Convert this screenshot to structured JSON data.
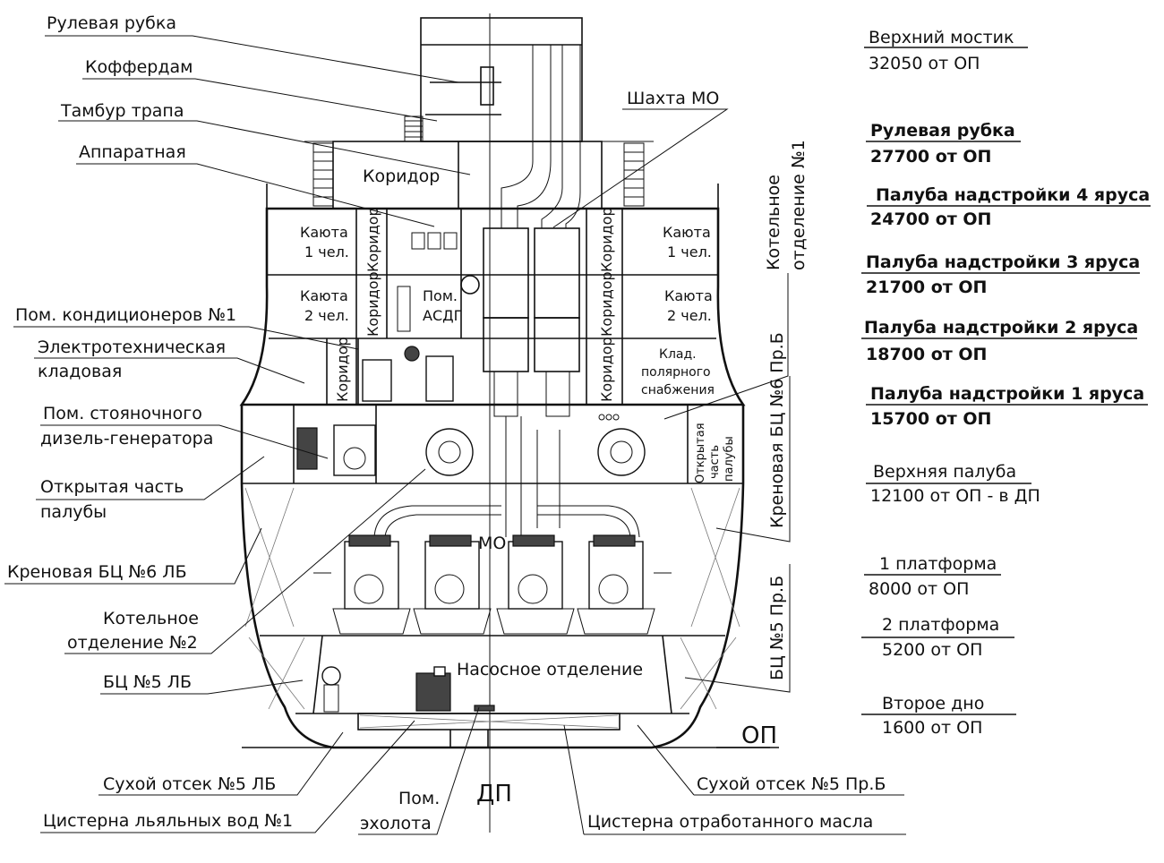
{
  "left_labels": {
    "wheelhouse": "Рулевая рубка",
    "cofferdam": "Коффердам",
    "ladder_vestibule": "Тамбур трапа",
    "apparatus_room": "Аппаратная",
    "ac_room": "Пом. кондиционеров №1",
    "electrical_store_1": "Электротехническая",
    "electrical_store_2": "кладовая",
    "harbor_dg_1": "Пом. стояночного",
    "harbor_dg_2": "дизель-генератора",
    "open_deck_1": "Открытая часть",
    "open_deck_2": "палубы",
    "heeling_tank_6_ps": "Креновая БЦ №6 ЛБ",
    "boiler_room_2_a": "Котельное",
    "boiler_room_2_b": "отделение №2",
    "ballast_5_ps": "БЦ №5 ЛБ",
    "dry_comp_ps": "Сухой отсек №5 ЛБ",
    "bilge_tank": "Цистерна льяльных вод №1"
  },
  "right_labels": {
    "mo_trunk": "Шахта МО",
    "boiler_room_1_a": "Котельное",
    "boiler_room_1_b": "отделение №1",
    "heeling_tank_6_sb": "Креновая БЦ №6 Пр.Б",
    "ballast_5_sb": "БЦ №5 Пр.Б",
    "baseline": "ОП",
    "centerline": "ДП",
    "echo_room_a": "Пом.",
    "echo_room_b": "эхолота",
    "dry_comp_sb": "Сухой отсек №5 Пр.Б",
    "waste_oil_tank": "Цистерна отработанного масла"
  },
  "rooms": {
    "corridor_top": "Коридор",
    "cabin1_left_a": "Каюта",
    "cabin1_left_b": "1 чел.",
    "cabin1_right_a": "Каюта",
    "cabin1_right_b": "1 чел.",
    "cabin2_left_a": "Каюта",
    "cabin2_left_b": "2 чел.",
    "cabin2_right_a": "Каюта",
    "cabin2_right_b": "2 чел.",
    "corridor_v": "Коридор",
    "asdg_a": "Пом.",
    "asdg_b": "АСДГ",
    "polar_store_a": "Клад.",
    "polar_store_b": "полярного",
    "polar_store_c": "снабжения",
    "open_deck_sb_a": "Открытая",
    "open_deck_sb_b": "часть",
    "open_deck_sb_c": "палубы",
    "engine_room": "МО",
    "pump_room": "Насосное отделение"
  },
  "levels": [
    {
      "name": "Верхний мостик",
      "height": "32050 от ОП"
    },
    {
      "name": "Рулевая рубка",
      "height": "27700 от ОП"
    },
    {
      "name": "Палуба надстройки 4 яруса",
      "height": "24700 от ОП"
    },
    {
      "name": "Палуба надстройки 3 яруса",
      "height": "21700 от ОП"
    },
    {
      "name": "Палуба надстройки 2 яруса",
      "height": "18700 от ОП"
    },
    {
      "name": "Палуба надстройки 1 яруса",
      "height": "15700 от ОП"
    },
    {
      "name": "Верхняя палуба",
      "height": "12100 от ОП - в ДП"
    },
    {
      "name": "1 платформа",
      "height": "8000 от ОП"
    },
    {
      "name": "2 платформа",
      "height": "5200 от ОП"
    },
    {
      "name": "Второе дно",
      "height": "1600 от ОП"
    }
  ]
}
